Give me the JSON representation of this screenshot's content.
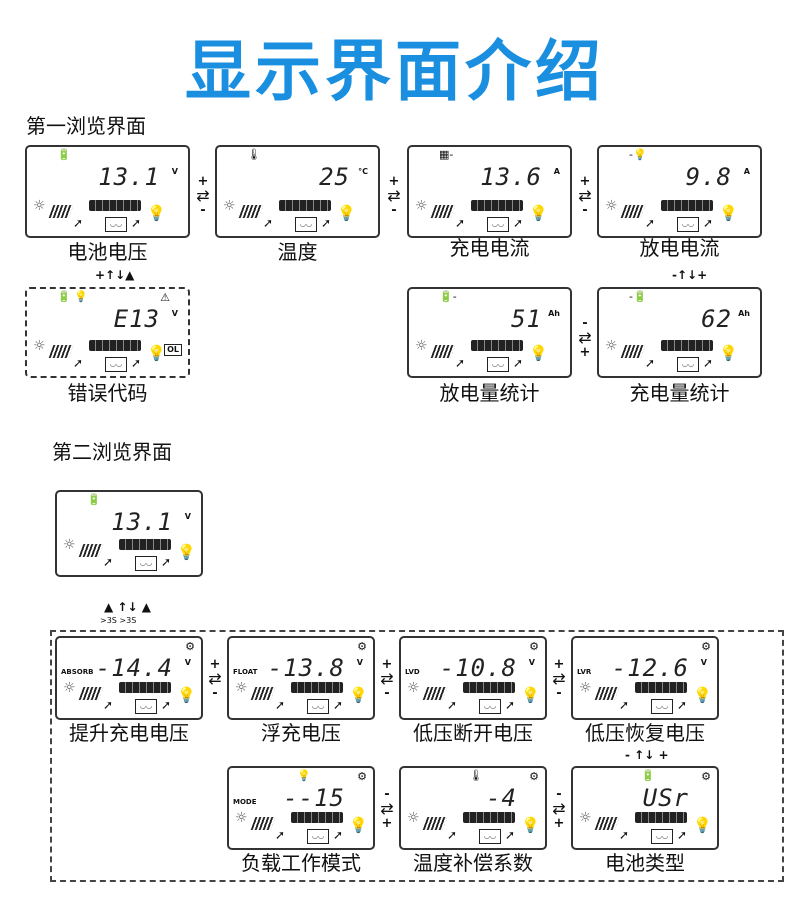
{
  "title": "显示界面介绍",
  "section1": "第一浏览界面",
  "section2": "第二浏览界面",
  "panels": [
    {
      "id": "battery-voltage",
      "icon": "🔋",
      "value": "13.1",
      "unit": "V",
      "label": "电池电压"
    },
    {
      "id": "temperature",
      "icon": "🌡",
      "value": "25",
      "unit": "°C",
      "label": "温度"
    },
    {
      "id": "charge-current",
      "icon": "▦-",
      "value": "13.6",
      "unit": "A",
      "label": "充电电流"
    },
    {
      "id": "discharge-current",
      "icon": "-💡",
      "value": "9.8",
      "unit": "A",
      "label": "放电电流"
    },
    {
      "id": "error-code",
      "icon": "🔋 💡",
      "value": "E13",
      "unit": "V",
      "label": "错误代码",
      "extra": "OL",
      "warn": "⚠"
    },
    {
      "id": "discharge-amount",
      "icon": "🔋-",
      "value": "51",
      "unit": "Ah",
      "label": "放电量统计"
    },
    {
      "id": "charge-amount",
      "icon": "-🔋",
      "value": "62",
      "unit": "Ah",
      "label": "充电量统计"
    },
    {
      "id": "second-battery-voltage",
      "icon": "🔋",
      "value": "13.1",
      "unit": "V",
      "label": ""
    },
    {
      "id": "boost-voltage",
      "icon": "",
      "tag": "ABSORB",
      "value": "-14.4",
      "unit": "V",
      "label": "提升充电电压",
      "gear": "⚙"
    },
    {
      "id": "float-voltage",
      "icon": "",
      "tag": "FLOAT",
      "value": "-13.8",
      "unit": "V",
      "label": "浮充电压",
      "gear": "⚙"
    },
    {
      "id": "lvd",
      "icon": "",
      "tag": "LVD",
      "value": "-10.8",
      "unit": "V",
      "label": "低压断开电压",
      "gear": "⚙"
    },
    {
      "id": "lvr",
      "icon": "",
      "tag": "LVR",
      "value": "-12.6",
      "unit": "V",
      "label": "低压恢复电压",
      "gear": "⚙"
    },
    {
      "id": "load-mode",
      "icon": "💡",
      "tag": "MODE",
      "value": "--15",
      "unit": "",
      "label": "负载工作模式",
      "gear": "⚙"
    },
    {
      "id": "temp-comp",
      "icon": "🌡",
      "value": "-4",
      "unit": "",
      "label": "温度补偿系数",
      "gear": "⚙"
    },
    {
      "id": "battery-type",
      "icon": "🔋",
      "value": "USr",
      "unit": "",
      "label": "电池类型",
      "gear": "⚙"
    }
  ],
  "connectors": {
    "plus": "+",
    "minus": "-",
    "swap": "⇄",
    "down_up": "↑↓",
    "up": "▲",
    "hold": ">3S"
  }
}
